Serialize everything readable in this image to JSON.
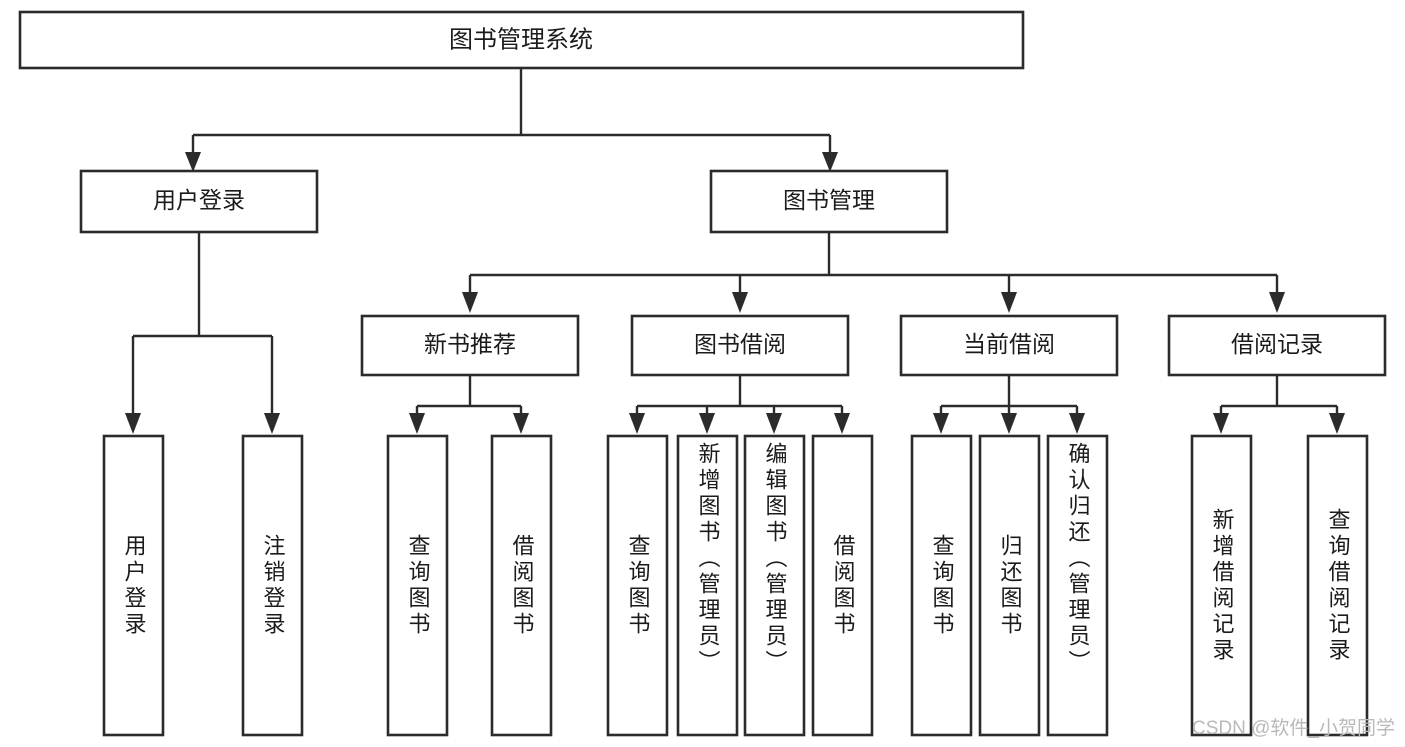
{
  "diagram": {
    "type": "tree",
    "title": "图书管理系统",
    "orientation": "top-down",
    "watermark": "CSDN @软件_小贺同学",
    "colors": {
      "box_stroke": "#2b2b2b",
      "box_fill": "#ffffff",
      "connector": "#2b2b2b",
      "text": "#1b1b1b",
      "watermark": "#b9b9b9",
      "background": "#ffffff"
    },
    "root": {
      "label": "图书管理系统"
    },
    "level2": [
      {
        "label": "用户登录"
      },
      {
        "label": "图书管理"
      }
    ],
    "level3": [
      {
        "label": "新书推荐"
      },
      {
        "label": "图书借阅"
      },
      {
        "label": "当前借阅"
      },
      {
        "label": "借阅记录"
      }
    ],
    "leaves": {
      "user_login": [
        {
          "label": "用户登录"
        },
        {
          "label": "注销登录"
        }
      ],
      "new_book_recommend": [
        {
          "label": "查询图书"
        },
        {
          "label": "借阅图书"
        }
      ],
      "book_borrow": [
        {
          "label": "查询图书"
        },
        {
          "label": "新增图书（管理员）"
        },
        {
          "label": "编辑图书（管理员）"
        },
        {
          "label": "借阅图书"
        }
      ],
      "current_borrow": [
        {
          "label": "查询图书"
        },
        {
          "label": "归还图书"
        },
        {
          "label": "确认归还（管理员）"
        }
      ],
      "borrow_record": [
        {
          "label": "新增借阅记录"
        },
        {
          "label": "查询借阅记录"
        }
      ]
    }
  }
}
